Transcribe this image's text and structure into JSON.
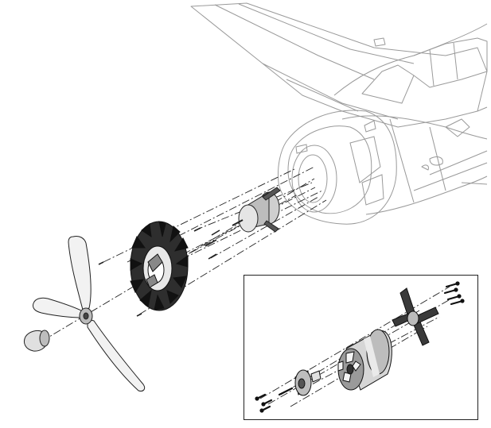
{
  "diagram": {
    "type": "exploded-assembly",
    "colors": {
      "ink": "#222222",
      "airframe_line": "#9a9a9a",
      "part_fill": "#3a3a3a",
      "part_light": "#cfcfcf",
      "background": "#ffffff"
    },
    "components": [
      {
        "id": "airframe",
        "icon": "airplane-nose-outline"
      },
      {
        "id": "cowl-opening",
        "icon": "cowl-outline"
      },
      {
        "id": "motor-assembly",
        "icon": "motor-can"
      },
      {
        "id": "cooling-fan-shroud",
        "icon": "radial-fan"
      },
      {
        "id": "propeller",
        "icon": "three-blade-propeller"
      },
      {
        "id": "spinner",
        "icon": "spinner-cone"
      },
      {
        "id": "mount-screws",
        "icon": "screw"
      }
    ],
    "inset": {
      "components": [
        {
          "id": "x-mount",
          "icon": "x-mount-plate"
        },
        {
          "id": "brushless-motor",
          "icon": "outrunner-motor"
        },
        {
          "id": "prop-adapter",
          "icon": "prop-adapter"
        },
        {
          "id": "mount-screws-inset",
          "icon": "screw"
        }
      ]
    }
  }
}
